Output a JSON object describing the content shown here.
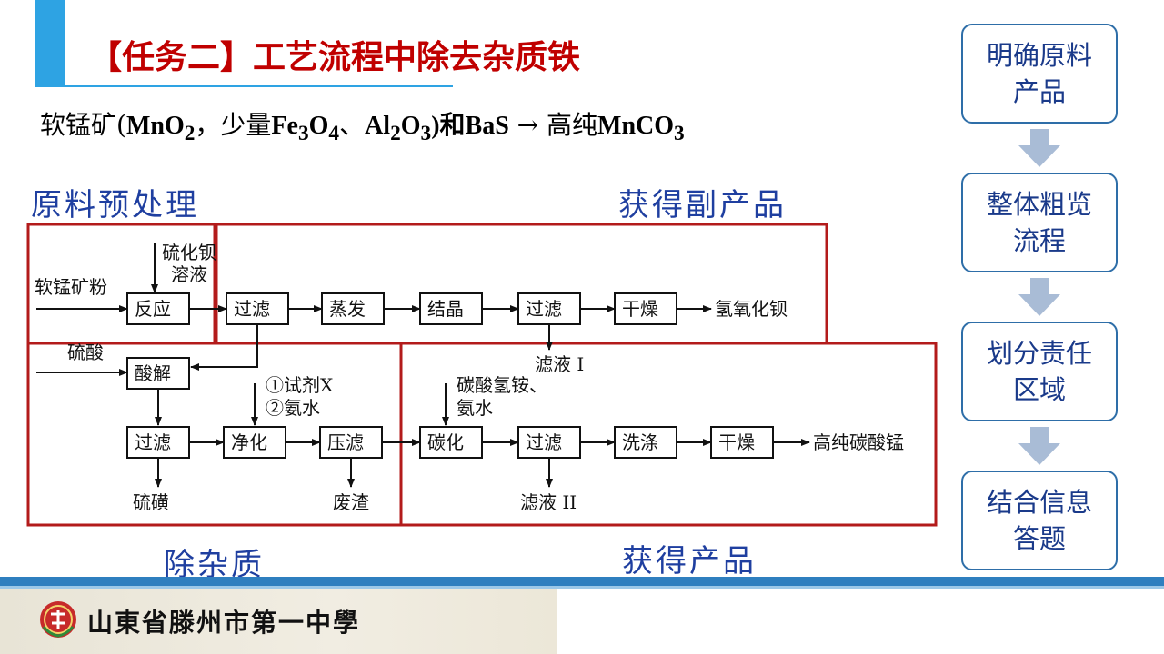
{
  "title": "【任务二】工艺流程中除去杂质铁",
  "formula": {
    "prefix": "软锰矿(",
    "mno2": "MnO",
    "mno2_sub": "2",
    "sep1": "，少量",
    "fe": "Fe",
    "fe_sub1": "3",
    "o": "O",
    "fe_sub2": "4",
    "sep2": "、",
    "al": "Al",
    "al_sub1": "2",
    "o2": "O",
    "al_sub2": "3",
    "mid": ")和",
    "bas": "BaS",
    "arrow": " → 高纯",
    "product": "MnCO",
    "product_sub": "3"
  },
  "regions": {
    "pretreat": "原料预处理",
    "byproduct": "获得副产品",
    "impurity": "除杂质",
    "product": "获得产品"
  },
  "flow": {
    "raw_material": "软锰矿粉",
    "reagent_bas_1": "硫化钡",
    "reagent_bas_2": "溶液",
    "react": "反应",
    "filter1": "过滤",
    "evaporate": "蒸发",
    "crystallize": "结晶",
    "filter2": "过滤",
    "dry1": "干燥",
    "byproduct": "氢氧化钡",
    "filtrate1": "滤液 I",
    "acid": "硫酸",
    "acid_dissolve": "酸解",
    "reagent_x_1": "①试剂X",
    "reagent_x_2": "②氨水",
    "filter3": "过滤",
    "purify": "净化",
    "press_filter": "压滤",
    "sulfur": "硫磺",
    "waste": "废渣",
    "reagent_nh4_1": "碳酸氢铵、",
    "reagent_nh4_2": "氨水",
    "carbonize": "碳化",
    "filter4": "过滤",
    "wash": "洗涤",
    "dry2": "干燥",
    "final_product": "高纯碳酸锰",
    "filtrate2": "滤液 II"
  },
  "steps": [
    {
      "line1": "明确原料",
      "line2": "产品"
    },
    {
      "line1": "整体粗览",
      "line2": "流程"
    },
    {
      "line1": "划分责任",
      "line2": "区域"
    },
    {
      "line1": "结合信息",
      "line2": "答题"
    }
  ],
  "footer": {
    "school": "山東省滕州市第一中學"
  },
  "colors": {
    "title": "#c00000",
    "accent": "#2ea3e3",
    "region_box": "#b31b1b",
    "region_label": "#1f3fa0",
    "step_border": "#2e6ea8",
    "step_text": "#1a3a8a",
    "step_arrow": "#a9bcd6"
  }
}
